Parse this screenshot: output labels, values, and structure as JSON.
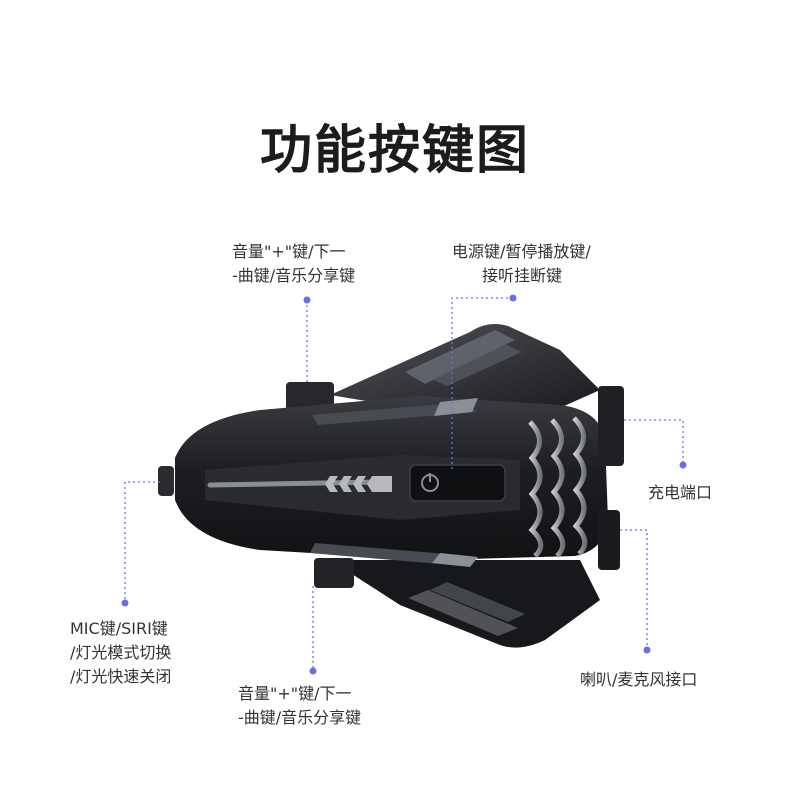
{
  "title": "功能按键图",
  "labels": {
    "volume_plus": [
      "音量\"+\"键/下一",
      "-曲键/音乐分享键"
    ],
    "power": [
      "电源键/暂停播放键/",
      "接听挂断键"
    ],
    "charge": [
      "充电端口"
    ],
    "mic": [
      "MIC键/SIRI键",
      "/灯光模式切换",
      "/灯光快速关闭"
    ],
    "volume_minus": [
      "音量\"+\"键/下一",
      "-曲键/音乐分享键"
    ],
    "speaker": [
      "喇叭/麦克风接口"
    ]
  },
  "colors": {
    "leader": "#6b70e0",
    "device_body": "#1e1f22",
    "device_highlight": "#4a4c52",
    "stripe": "#8a8d94"
  },
  "icons": {
    "power_button": "power-icon"
  }
}
